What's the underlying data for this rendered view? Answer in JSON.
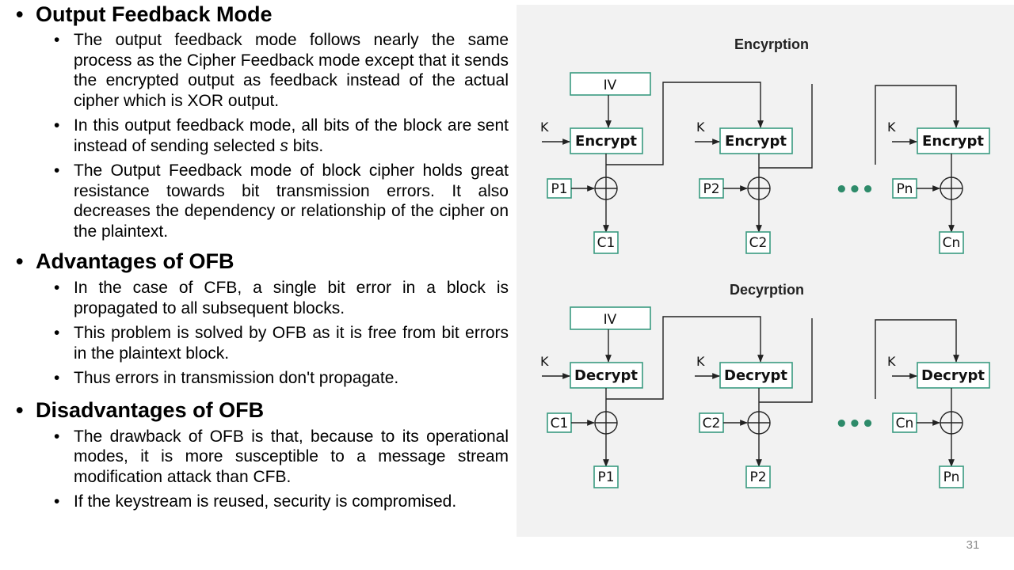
{
  "sections": [
    {
      "heading": "Output Feedback Mode",
      "bullets": [
        "The output feedback mode follows nearly the same process as the Cipher Feedback mode except that it sends the encrypted output as feedback instead of the actual cipher which is XOR output.",
        "In this output feedback mode, all bits of the block are sent instead of sending selected s bits.",
        "The Output Feedback mode of block cipher holds great resistance towards bit transmission errors. It also decreases the dependency or relationship of the cipher on the plaintext."
      ]
    },
    {
      "heading": "Advantages of OFB",
      "bullets": [
        "In the case of CFB, a single bit error in a block is propagated to all subsequent blocks.",
        "This problem is solved by OFB as it is free from bit errors in the plaintext block.",
        "Thus errors in transmission don't propagate."
      ]
    },
    {
      "heading": "Disadvantages of OFB",
      "bullets": [
        "The drawback of OFB is that, because to its operational modes, it is more susceptible to a message stream modification attack than CFB.",
        "If the keystream is reused, security is compromised."
      ]
    }
  ],
  "diagram": {
    "encryption": {
      "title": "Encyrption",
      "iv": "IV",
      "key": "K",
      "block_op": "Encrypt",
      "inputs": [
        "P1",
        "P2",
        "Pn"
      ],
      "outputs": [
        "C1",
        "C2",
        "Cn"
      ],
      "ellipsis": "•••"
    },
    "decryption": {
      "title": "Decyrption",
      "iv": "IV",
      "key": "K",
      "block_op": "Decrypt",
      "inputs": [
        "C1",
        "C2",
        "Cn"
      ],
      "outputs": [
        "P1",
        "P2",
        "Pn"
      ],
      "ellipsis": "•••"
    },
    "colors": {
      "box_stroke": "#3a9a80",
      "dots": "#2e8b6a",
      "panel_bg": "#f2f2f2"
    }
  },
  "page_number": "31"
}
